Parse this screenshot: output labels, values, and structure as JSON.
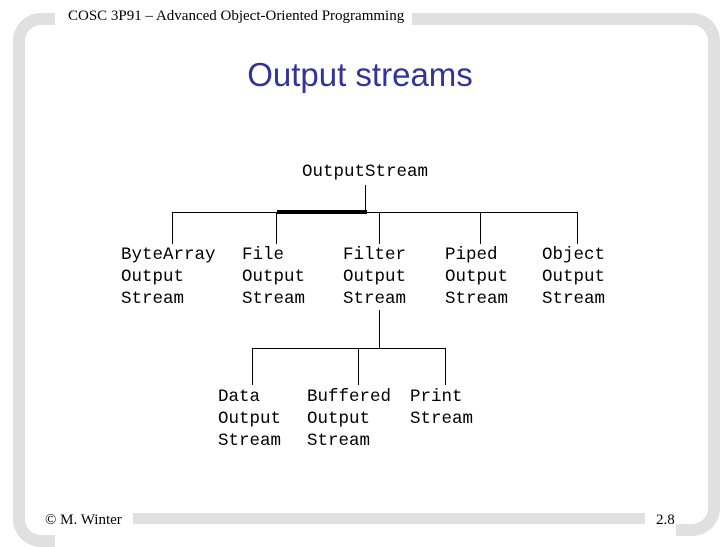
{
  "slide": {
    "header": "COSC 3P91 – Advanced Object-Oriented Programming",
    "title": "Output streams",
    "footer_left": "© M. Winter",
    "page_number": "2.8"
  },
  "colors": {
    "title_text": "#333399",
    "frame_bar": "#e0e0e0",
    "connector": "#000000"
  },
  "tree": {
    "root": {
      "label": "OutputStream",
      "children": [
        {
          "label": "ByteArray\nOutput\nStream"
        },
        {
          "label": "File\nOutput\nStream"
        },
        {
          "label": "Filter\nOutput\nStream",
          "children": [
            {
              "label": "Data\nOutput\nStream"
            },
            {
              "label": "Buffered\nOutput\nStream"
            },
            {
              "label": "Print\nStream"
            }
          ]
        },
        {
          "label": "Piped\nOutput\nStream"
        },
        {
          "label": "Object\nOutput\nStream"
        }
      ]
    }
  }
}
